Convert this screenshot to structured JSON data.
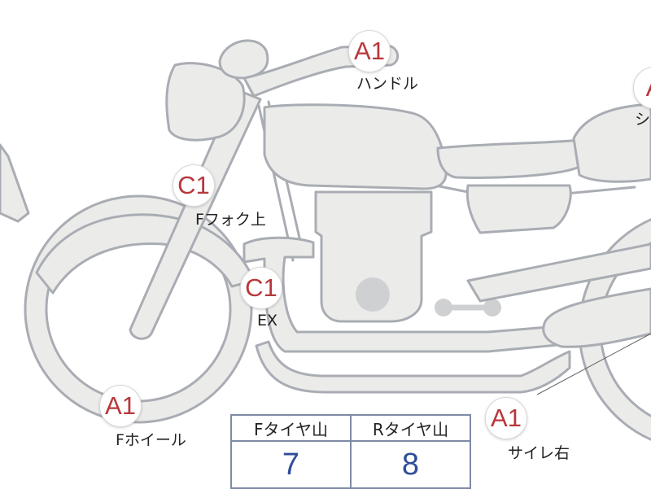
{
  "callouts": [
    {
      "id": "handle",
      "grade": "A1",
      "label": "ハンドル"
    },
    {
      "id": "seat",
      "grade": "A",
      "label": "シ"
    },
    {
      "id": "front-fork-upper",
      "grade": "C1",
      "label": "Fフォク上"
    },
    {
      "id": "exhaust",
      "grade": "C1",
      "label": "EX"
    },
    {
      "id": "front-wheel",
      "grade": "A1",
      "label": "Fホイール"
    },
    {
      "id": "silencer-right",
      "grade": "A1",
      "label": "サイレ右"
    }
  ],
  "tire_tread": {
    "headers": [
      "Fタイヤ山",
      "Rタイヤ山"
    ],
    "values": [
      "7",
      "8"
    ]
  },
  "colors": {
    "badge_text": "#b8373b",
    "value_text": "#2f4d9a",
    "part_fill": "#ebebea",
    "part_outline": "#a9adb3"
  }
}
